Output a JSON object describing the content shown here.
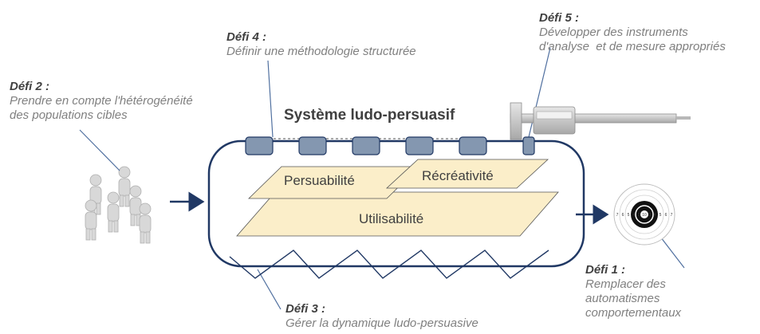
{
  "challenges": {
    "defi2": {
      "title": "Défi 2 :",
      "lines": [
        "Prendre en compte l'hétérogénéité",
        "des populations cibles"
      ]
    },
    "defi4": {
      "title": "Défi 4 :",
      "lines": [
        "Définir une méthodologie structurée"
      ]
    },
    "defi5": {
      "title": "Défi 5 :",
      "lines": [
        "Développer des instruments",
        "d'analyse  et de mesure appropriés"
      ]
    },
    "defi1": {
      "title": "Défi 1 :",
      "lines": [
        "Remplacer des",
        "automatismes",
        "comportementaux"
      ]
    },
    "defi3": {
      "title": "Défi 3 :",
      "lines": [
        "Gérer la dynamique ludo-persuasive"
      ]
    }
  },
  "system": {
    "title": "Système ludo-persuasif",
    "layers": {
      "persuabilite": "Persuabilité",
      "recreativite": "Récréativité",
      "utilisabilite": "Utilisabilité"
    }
  },
  "target": {
    "ring_numbers": [
      "7",
      "6",
      "5",
      "4",
      "3",
      "10",
      "3",
      "4",
      "5",
      "6",
      "7"
    ]
  },
  "colors": {
    "frame": "#203864",
    "layer_fill": "#fbeec9",
    "module_fill": "#8497b0",
    "callout_line": "#4f6f9f",
    "text_gray": "#808080"
  }
}
